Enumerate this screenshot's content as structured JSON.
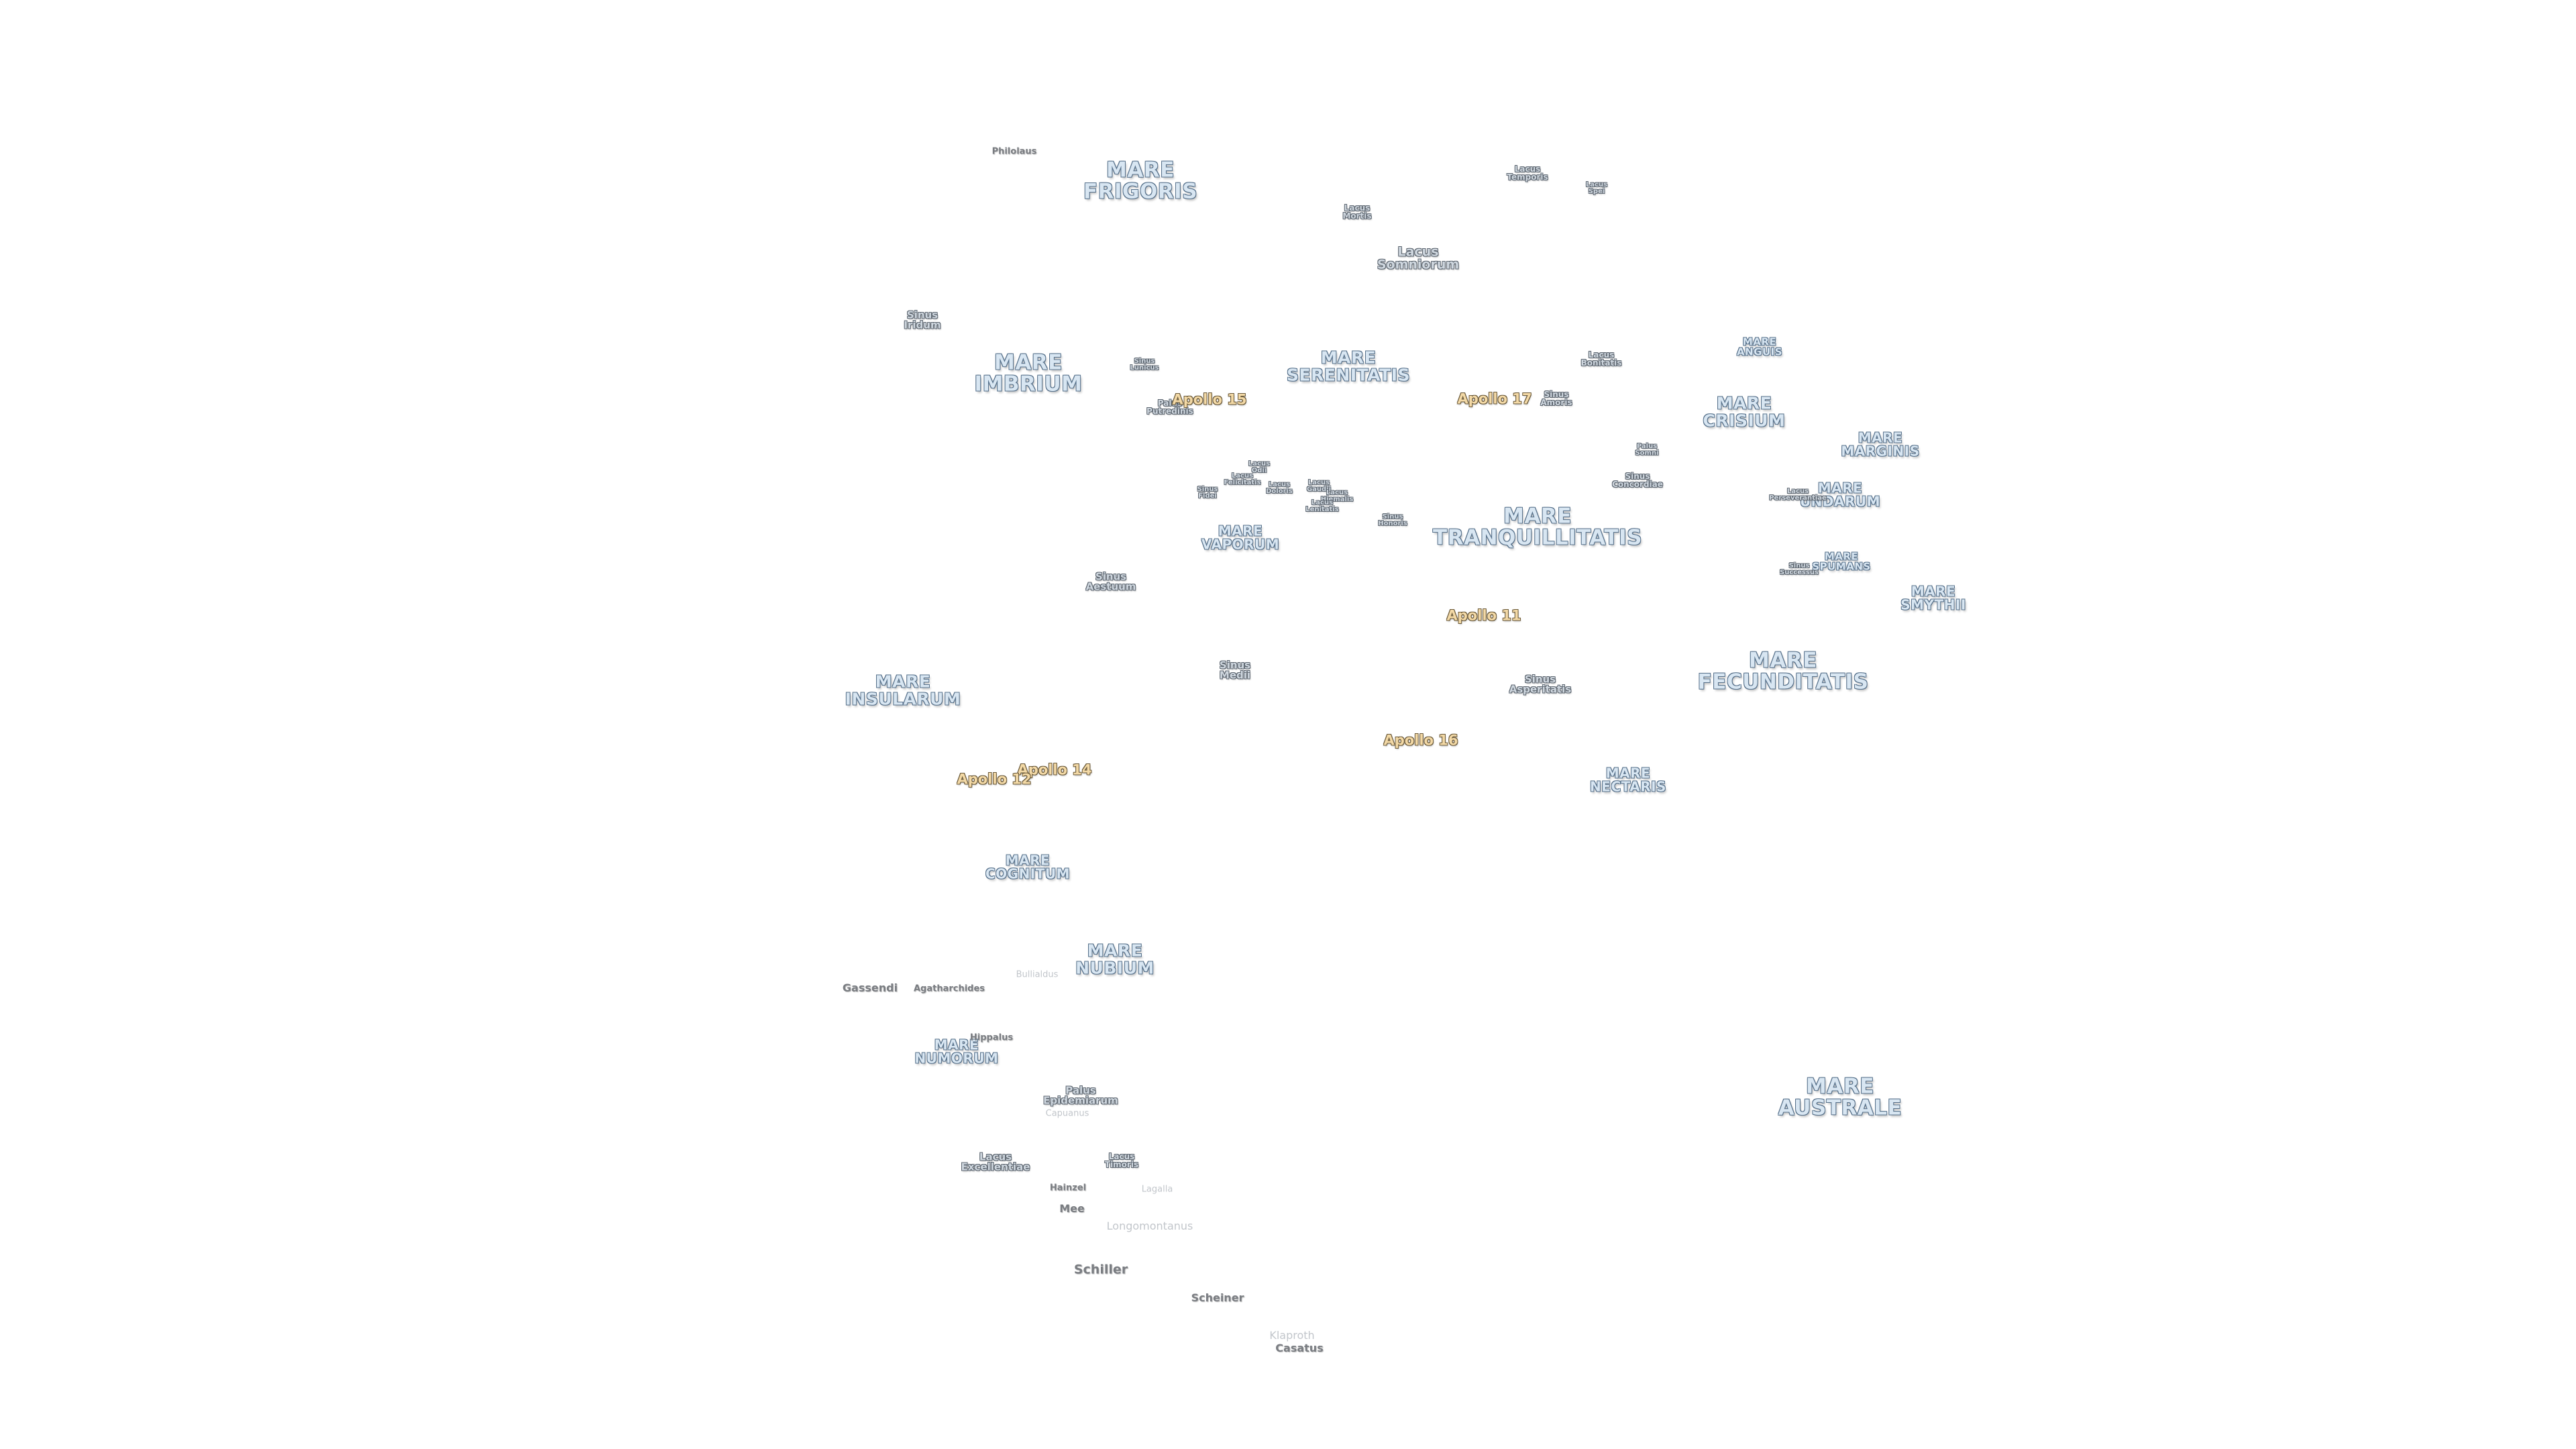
{
  "maria": [
    {
      "text": "MARE\nFRIGORIS"
    },
    {
      "text": "MARE\nIMBRIUM"
    },
    {
      "text": "MARE\nSERENITATIS"
    },
    {
      "text": "MARE\nCRISIUM"
    },
    {
      "text": "MARE\nANGUIS"
    },
    {
      "text": "MARE\nMARGINIS"
    },
    {
      "text": "MARE\nUNDARUM"
    },
    {
      "text": "MARE\nSPUMANS"
    },
    {
      "text": "MARE\nSMYTHII"
    },
    {
      "text": "MARE\nTRANQUILLITATIS"
    },
    {
      "text": "MARE\nVAPORUM"
    },
    {
      "text": "MARE\nFECUNDITATIS"
    },
    {
      "text": "MARE\nINSULARUM"
    },
    {
      "text": "MARE\nNECTARIS"
    },
    {
      "text": "MARE\nCOGNITUM"
    },
    {
      "text": "MARE\nNUBIUM"
    },
    {
      "text": "MARE\nNUMORUM"
    },
    {
      "text": "MARE\nAUSTRALE"
    }
  ],
  "features": [
    {
      "text": "Philolaus"
    },
    {
      "text": "Lacus\nTemporis"
    },
    {
      "text": "Lacus\nSpei"
    },
    {
      "text": "Lacus\nMortis"
    },
    {
      "text": "Lacus\nSomniorum"
    },
    {
      "text": "Sinus\nIridum"
    },
    {
      "text": "Sinus\nLunicus"
    },
    {
      "text": "Palus\nPutredinis"
    },
    {
      "text": "Lacus\nBonitatis"
    },
    {
      "text": "Sinus\nAmoris"
    },
    {
      "text": "Palus\nSomni"
    },
    {
      "text": "Sinus\nConcordiae"
    },
    {
      "text": "Lacus\nOdii"
    },
    {
      "text": "Lacus\nFelicitatis"
    },
    {
      "text": "Sinus\nFidei"
    },
    {
      "text": "Lacus\nDoloris"
    },
    {
      "text": "Lacus\nGaudii"
    },
    {
      "text": "Lacus\nHiemalis"
    },
    {
      "text": "Lacus\nLenitatis"
    },
    {
      "text": "Sinus\nHonoris"
    },
    {
      "text": "Lacus\nPerseverantiae"
    },
    {
      "text": "Sinus\nSuccessus"
    },
    {
      "text": "Sinus\nAestuum"
    },
    {
      "text": "Sinus\nMedii"
    },
    {
      "text": "Sinus\nAsperitatis"
    },
    {
      "text": "Palus\nEpidemiarum"
    },
    {
      "text": "Lacus\nExcellentiae"
    },
    {
      "text": "Lacus\nTimoris"
    }
  ],
  "apollo_sites": [
    {
      "text": "Apollo 15"
    },
    {
      "text": "Apollo 17"
    },
    {
      "text": "Apollo 11"
    },
    {
      "text": "Apollo 16"
    },
    {
      "text": "Apollo 14"
    },
    {
      "text": "Apollo 12"
    }
  ],
  "craters": [
    {
      "text": "Gassendi"
    },
    {
      "text": "Agatharchides"
    },
    {
      "text": "Bullialdus"
    },
    {
      "text": "Hippalus"
    },
    {
      "text": "Capuanus"
    },
    {
      "text": "Mee"
    },
    {
      "text": "Hainzel"
    },
    {
      "text": "Lagalla"
    },
    {
      "text": "Longomontanus"
    },
    {
      "text": "Schiller"
    },
    {
      "text": "Scheiner"
    },
    {
      "text": "Klaproth"
    },
    {
      "text": "Casatus"
    }
  ],
  "colors": {
    "background": "#ffffff",
    "mare_fill": "#d8e6f2",
    "mare_outline": "#56708a",
    "feature_fill": "#cfd7df",
    "apollo_fill": "#f3d9a6",
    "crater_text": "#7a7d82"
  }
}
